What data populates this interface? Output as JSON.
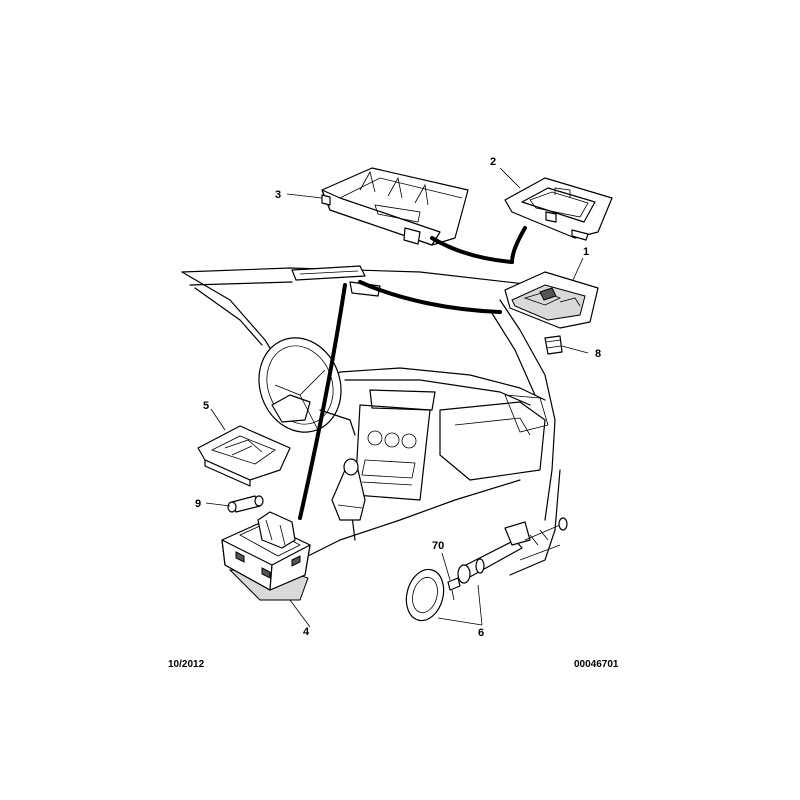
{
  "diagram": {
    "callouts": [
      {
        "id": "1",
        "label": "1"
      },
      {
        "id": "2",
        "label": "2"
      },
      {
        "id": "3",
        "label": "3"
      },
      {
        "id": "4",
        "label": "4"
      },
      {
        "id": "5",
        "label": "5"
      },
      {
        "id": "6",
        "label": "6"
      },
      {
        "id": "8",
        "label": "8"
      },
      {
        "id": "9",
        "label": "9"
      },
      {
        "id": "70",
        "label": "70"
      }
    ],
    "footer": {
      "date": "10/2012",
      "reference": "00046701"
    }
  }
}
